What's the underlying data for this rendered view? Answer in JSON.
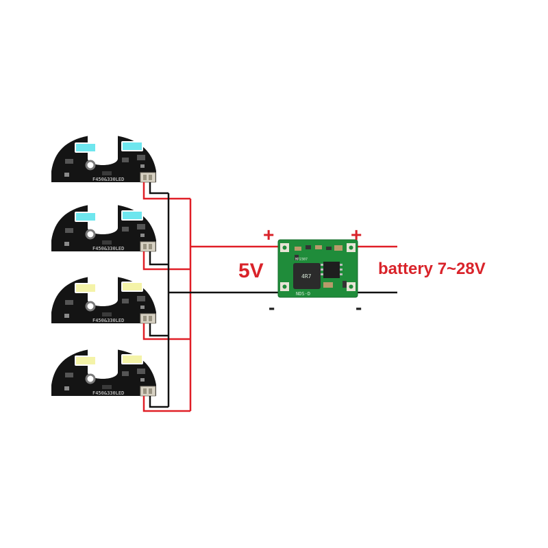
{
  "labels": {
    "output_plus": "+",
    "input_plus": "+",
    "output_minus": "-",
    "input_minus": "-",
    "output_voltage": "5V",
    "input_voltage": "battery 7~28V"
  },
  "led_boards": [
    {
      "led_color": "#6ee6ee",
      "silk_text": "F450&330LED"
    },
    {
      "led_color": "#6ee6ee",
      "silk_text": "F450&330LED"
    },
    {
      "led_color": "#f4f3a8",
      "silk_text": "F450&330LED"
    },
    {
      "led_color": "#f4f3a8",
      "silk_text": "F450&330LED"
    }
  ],
  "converter": {
    "silk_left": "MP2307",
    "silk_bottom": "NDS-D",
    "inductor_mark": "4R7"
  },
  "colors": {
    "positive_wire": "#e01e26",
    "negative_wire": "#111111",
    "pcb_black": "#141414",
    "pcb_green": "#1f8c3a"
  }
}
